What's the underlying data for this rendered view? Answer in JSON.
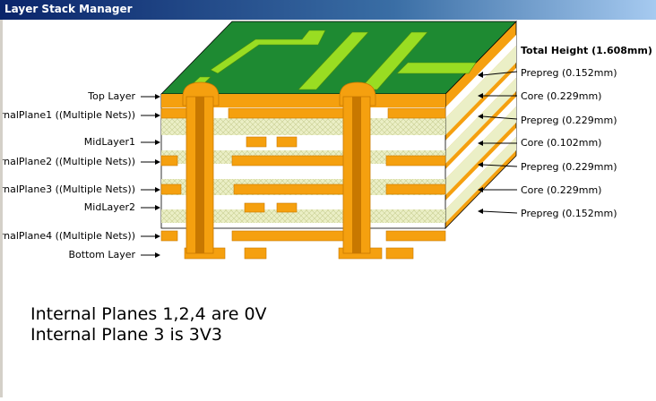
{
  "window": {
    "title": "Layer Stack Manager"
  },
  "left_labels": [
    "Top Layer",
    "ernalPlane1 ((Multiple Nets))",
    "MidLayer1",
    "ernalPlane2 ((Multiple Nets))",
    "ernalPlane3 ((Multiple Nets))",
    "MidLayer2",
    "ernalPlane4 ((Multiple Nets))",
    "Bottom Layer"
  ],
  "right": {
    "total_height": "Total Height (1.608mm)",
    "labels": [
      "Prepreg (0.152mm)",
      "Core (0.229mm)",
      "Prepreg (0.229mm)",
      "Core (0.102mm)",
      "Prepreg (0.229mm)",
      "Core (0.229mm)",
      "Prepreg (0.152mm)"
    ]
  },
  "note": {
    "line1": "Internal Planes 1,2,4 are 0V",
    "line2": "Internal Plane 3 is 3V3"
  },
  "colors": {
    "copper": "#f5a00f",
    "copper_dark": "#c87800",
    "prepreg": "#ebefc6",
    "core_side": "#ffffff",
    "board_top": "#1e8a32",
    "trace": "#99dd22"
  }
}
